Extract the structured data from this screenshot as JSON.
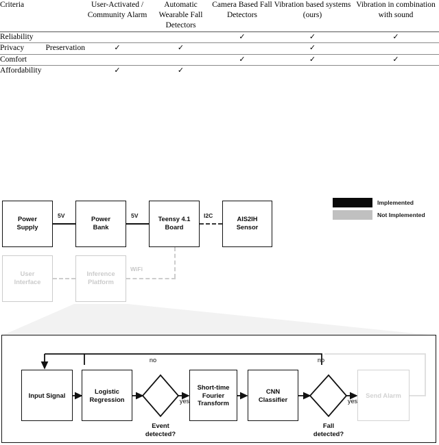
{
  "table": {
    "columns": [
      "Criteria",
      "User-Activated / Community Alarm",
      "Automatic Wearable Fall Detectors",
      "Camera Based Fall Detectors",
      "Vibration based systems (ours)",
      "Vibration in combination with sound"
    ],
    "check_glyph": "✓",
    "rows": [
      {
        "criteria": "Reliability",
        "checks": [
          false,
          false,
          true,
          true,
          true
        ]
      },
      {
        "criteria": "Privacy Preservation",
        "checks": [
          true,
          true,
          false,
          true,
          false
        ]
      },
      {
        "criteria": "Comfort",
        "checks": [
          false,
          false,
          true,
          true,
          true
        ]
      },
      {
        "criteria": "Affordability",
        "checks": [
          true,
          true,
          false,
          false,
          false
        ]
      }
    ]
  },
  "legend": {
    "implemented_label": "Implemented",
    "not_implemented_label": "Not Implemented",
    "implemented_color": "#0a0a0a",
    "not_implemented_color": "#c0c0c0"
  },
  "block_diagram": {
    "blocks": [
      {
        "id": "power-supply",
        "label": "Power\nSupply",
        "state": "implemented"
      },
      {
        "id": "power-bank",
        "label": "Power\nBank",
        "state": "implemented"
      },
      {
        "id": "teensy-board",
        "label": "Teensy 4.1\nBoard",
        "state": "implemented"
      },
      {
        "id": "ais2ih-sensor",
        "label": "AIS2IH\nSensor",
        "state": "implemented"
      },
      {
        "id": "user-interface",
        "label": "User\nInterface",
        "state": "not-implemented"
      },
      {
        "id": "inference-platform",
        "label": "Inference\nPlatform",
        "state": "not-implemented"
      }
    ],
    "connection_labels": {
      "supply_to_bank": "5V",
      "bank_to_board": "5V",
      "board_to_sensor": "I2C",
      "wifi": "WiFi"
    }
  },
  "flowchart": {
    "boxes": [
      {
        "id": "input-signal",
        "label": "Input Signal",
        "state": "implemented"
      },
      {
        "id": "logistic-regression",
        "label": "Logistic\nRegression",
        "state": "implemented"
      },
      {
        "id": "stft",
        "label": "Short-time\nFourier\nTransform",
        "state": "implemented"
      },
      {
        "id": "cnn-classifier",
        "label": "CNN\nClassifier",
        "state": "implemented"
      },
      {
        "id": "send-alarm",
        "label": "Send Alarm",
        "state": "not-implemented"
      }
    ],
    "decisions": [
      {
        "id": "event-detected",
        "label": "Event\ndetected?",
        "yes": "yes",
        "no": "no"
      },
      {
        "id": "fall-detected",
        "label": "Fall\ndetected?",
        "yes": "yes",
        "no": "no"
      }
    ]
  }
}
